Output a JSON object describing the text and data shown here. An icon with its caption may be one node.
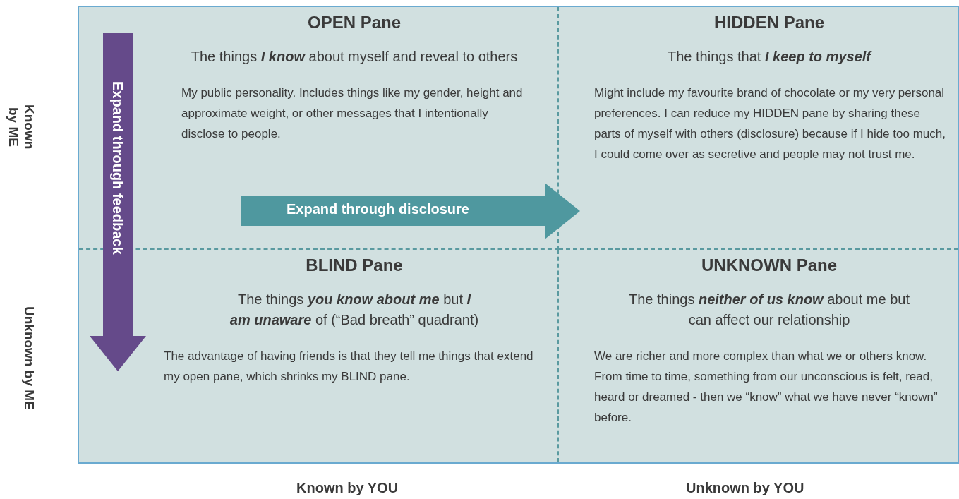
{
  "diagram": {
    "nodes": [
      {
        "text": [
          "OPEN Pane",
          "The things **I know** about myself and reveal to others",
          "My public personality. Includes things like my gender, height and approximate weight, or other messages that I intentionally disclose to people."
        ]
      },
      {
        "text": [
          "HIDDEN Pane",
          "The things that **I keep to myself**",
          "Might include my favourite brand of chocolate or my very personal preferences. I can reduce my HIDDEN pane by sharing these parts of myself with others (disclosure) because if I hide too much, I could come over as secretive and people may not trust me."
        ]
      },
      {
        "text": [
          "BLIND Pane",
          "The things **you know about me** but **I am unaware** of (“Bad breath” quadrant)",
          "The advantage of having friends is that they tell me things that extend my open pane, which shrinks my BLIND pane."
        ]
      },
      {
        "text": [
          "UNKNOWN Pane",
          "The things **neither of us know** about me but can affect our relationship",
          "We are richer and more complex than what we or others know. From time to time, something from our unconscious is felt, read, heard or dreamed - then we “know” what we have never “known” before."
        ]
      }
    ],
    "edges": [
      {
        "from": 0,
        "to": 1,
        "arrow": "to",
        "label": "Expand through disclosure",
        "color": "#4f989f"
      },
      {
        "from": 0,
        "to": 2,
        "arrow": "to",
        "label": "Expand through feedback",
        "color": "#654a8a"
      }
    ],
    "labels": [
      "Known by ME",
      "Unknown by ME",
      "Known by YOU",
      "Unknown by YOU"
    ]
  }
}
